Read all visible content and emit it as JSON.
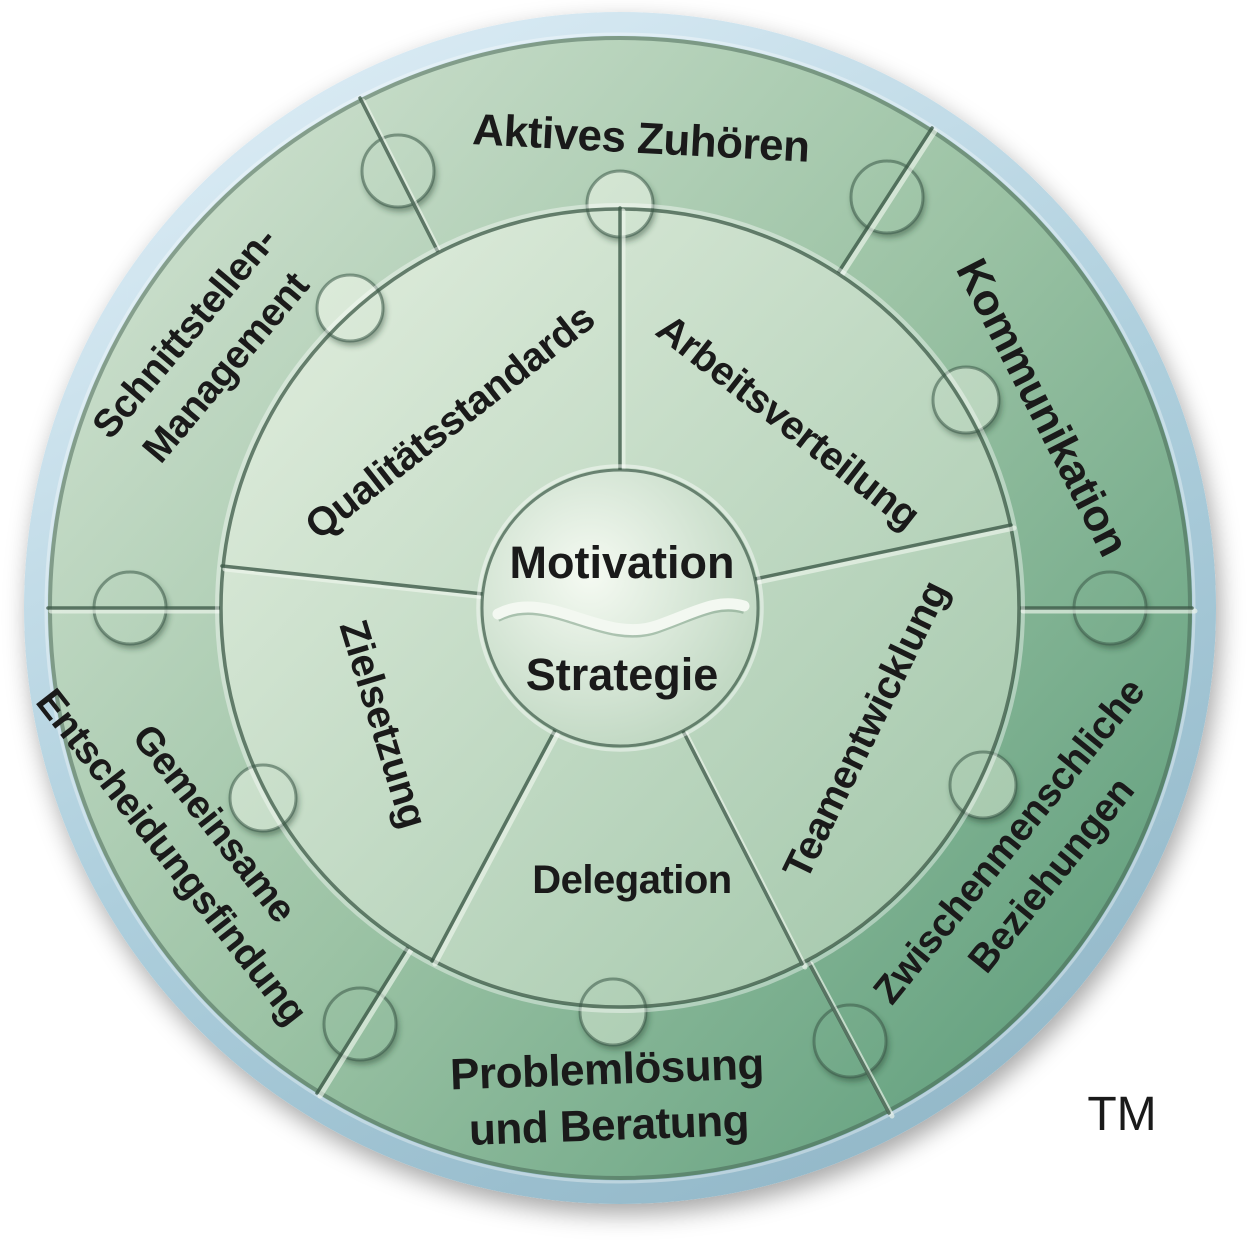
{
  "diagram": {
    "center": {
      "top_label": "Motivation",
      "bottom_label": "Strategie"
    },
    "inner_ring": {
      "segments": [
        {
          "label": "Qualitätsstandards"
        },
        {
          "label": "Arbeitsverteilung"
        },
        {
          "label": "Teamentwicklung"
        },
        {
          "label": "Delegation"
        },
        {
          "label": "Zielsetzung"
        }
      ]
    },
    "outer_ring": {
      "segments": [
        {
          "lines": [
            "Aktives Zuhören"
          ]
        },
        {
          "lines": [
            "Kommunikation"
          ]
        },
        {
          "lines": [
            "Zwischenmenschliche",
            "Beziehungen"
          ]
        },
        {
          "lines": [
            "Problemlösung",
            "und Beratung"
          ]
        },
        {
          "lines": [
            "Gemeinsame",
            "Entscheidungsfindung"
          ]
        },
        {
          "lines": [
            "Schnittstellen-",
            "Management"
          ]
        }
      ]
    },
    "trademark": "TM",
    "colors": {
      "rim_blue": "#aecfdd",
      "outer_ring_green": "#6ea587",
      "inner_ring_green": "#bcd6c0",
      "center_light": "#eaf3e7",
      "text": "#1a1a1a"
    }
  }
}
